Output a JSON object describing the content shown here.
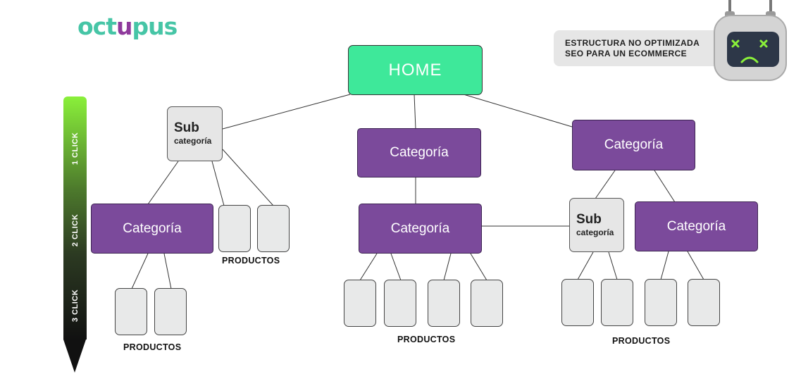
{
  "logo": {
    "part1": "oct",
    "part2": "u",
    "part3": "pus"
  },
  "banner": {
    "line1": "ESTRUCTURA NO OPTIMIZADA",
    "line2": "SEO PARA UN ECOMMERCE"
  },
  "depth_bar": {
    "clicks": [
      "1 CLICK",
      "2 CLICK",
      "3 CLICK"
    ]
  },
  "nodes": {
    "home": "HOME",
    "category": "Categoría",
    "sub_line1": "Sub",
    "sub_line2": "categoría"
  },
  "labels": {
    "products": "PRODUCTOS"
  },
  "colors": {
    "home": "#3ee89a",
    "category": "#7b4a9b",
    "subcategory": "#e6e6e6",
    "product": "#e8e9e9",
    "logo_teal": "#46c5a6",
    "logo_purple": "#8f3a9c"
  }
}
